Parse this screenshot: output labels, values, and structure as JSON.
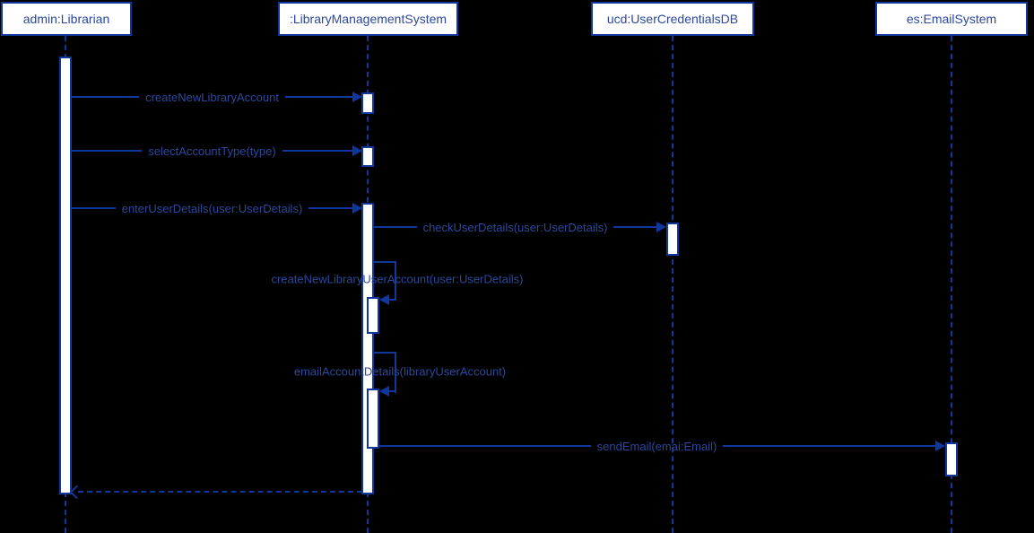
{
  "diagram": {
    "type": "uml-sequence-diagram",
    "background_color": "#000000",
    "line_color": "#11379c",
    "text_color": "#2c489c",
    "box_fill_color": "#ffffff",
    "lifelines": [
      {
        "id": "librarian",
        "label": "admin:Librarian"
      },
      {
        "id": "lms",
        "label": ":LibraryManagementSystem"
      },
      {
        "id": "ucd",
        "label": "ucd:UserCredentialsDB"
      },
      {
        "id": "es",
        "label": "es:EmailSystem"
      }
    ],
    "messages": [
      {
        "from": "librarian",
        "to": "lms",
        "kind": "sync",
        "label": "createNewLibraryAccount"
      },
      {
        "from": "librarian",
        "to": "lms",
        "kind": "sync",
        "label": "selectAccountType(type)"
      },
      {
        "from": "librarian",
        "to": "lms",
        "kind": "sync",
        "label": "enterUserDetails(user:UserDetails)"
      },
      {
        "from": "lms",
        "to": "ucd",
        "kind": "sync",
        "label": "checkUserDetails(user:UserDetails)"
      },
      {
        "from": "lms",
        "to": "lms",
        "kind": "self",
        "label": "createNewLibraryUserAccount(user:UserDetails)"
      },
      {
        "from": "lms",
        "to": "lms",
        "kind": "self",
        "label": "emailAccountDetails(libraryUserAccount)"
      },
      {
        "from": "lms",
        "to": "es",
        "kind": "sync",
        "label": "sendEmail(emai:Email)"
      },
      {
        "from": "lms",
        "to": "librarian",
        "kind": "return",
        "label": ""
      }
    ]
  }
}
